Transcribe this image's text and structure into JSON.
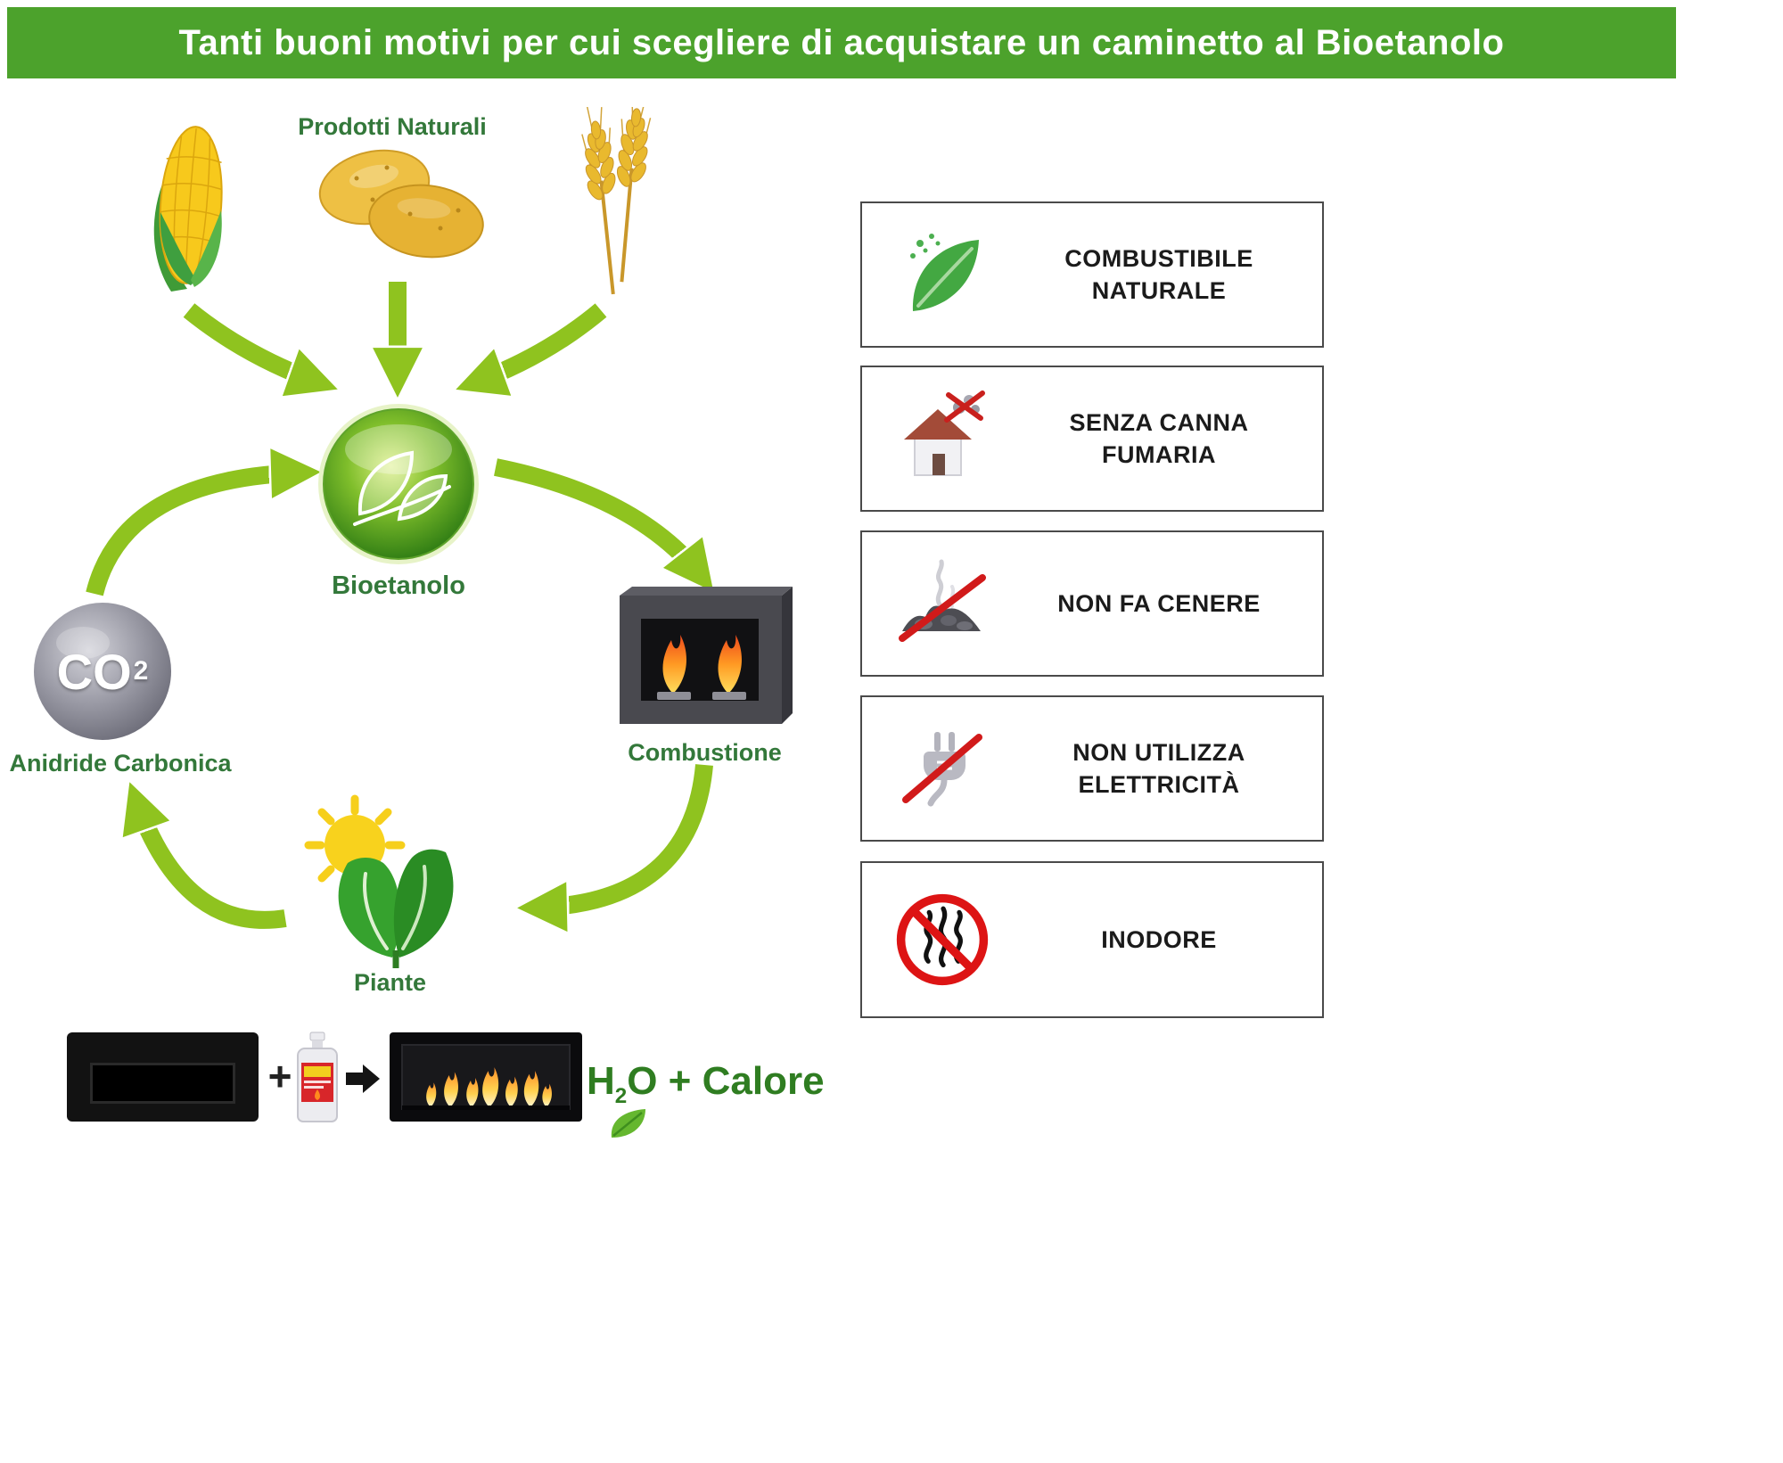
{
  "header": {
    "title": "Tanti buoni motivi per cui scegliere di acquistare un caminetto al Bioetanolo"
  },
  "cycle": {
    "products_label": "Prodotti Naturali",
    "bioethanol_label": "Bioetanolo",
    "combustion_label": "Combustione",
    "plants_label": "Piante",
    "co2_label": "Anidride Carbonica",
    "co2_formula": "CO",
    "co2_exponent": "2"
  },
  "equation": {
    "plus_sign": "+",
    "h": "H",
    "sub": "2",
    "rest": "O + Calore",
    "result_label": "H₂O + Calore"
  },
  "benefits": [
    {
      "icon": "natural-fuel-leaf",
      "label": "COMBUSTIBILE NATURALE"
    },
    {
      "icon": "house-no-flue",
      "label": "SENZA CANNA FUMARIA"
    },
    {
      "icon": "no-ash",
      "label": "NON FA CENERE"
    },
    {
      "icon": "no-electricity",
      "label": "NON UTILIZZA ELETTRICITÀ"
    },
    {
      "icon": "no-odor",
      "label": "INODORE"
    }
  ],
  "colors": {
    "header_background": "#4ca22c",
    "diagram_label_green": "#33783a",
    "arrow_green": "#8fc31f",
    "result_green": "#2f7d21",
    "prohibition_red": "#d11a1a"
  }
}
